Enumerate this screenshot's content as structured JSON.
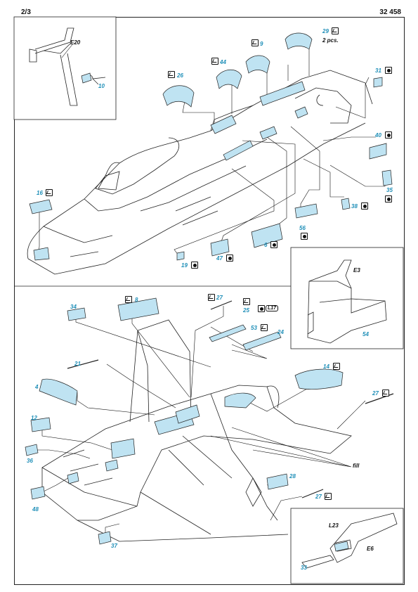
{
  "header": {
    "page": "2/3",
    "kit_number": "32 458"
  },
  "colors": {
    "accent": "#1f8fb8",
    "pe_fill": "#bfe3f2",
    "line": "#222222"
  },
  "icons": {
    "fold": "fold-icon",
    "round": "round-icon"
  },
  "labels": {
    "e20": "E20",
    "p10": "10",
    "p29": "29",
    "p29_note": "2 pcs.",
    "p9": "9",
    "p44": "44",
    "p26": "26",
    "p31": "31",
    "p40": "40",
    "p35": "35",
    "p16": "16",
    "p38": "38",
    "p56": "56",
    "p6": "6",
    "p47": "47",
    "p19": "19",
    "e3": "E3",
    "p54": "54",
    "p34": "34",
    "p8": "8",
    "p27": "27",
    "p25": "25",
    "l17": "L17",
    "p53": "53",
    "p24": "24",
    "p21": "21",
    "p4": "4",
    "p14": "14",
    "p12": "12",
    "p36": "36",
    "p48": "48",
    "p37": "37",
    "p28": "28",
    "fill": "fill",
    "l23": "L23",
    "e6": "E6",
    "p33": "33"
  }
}
